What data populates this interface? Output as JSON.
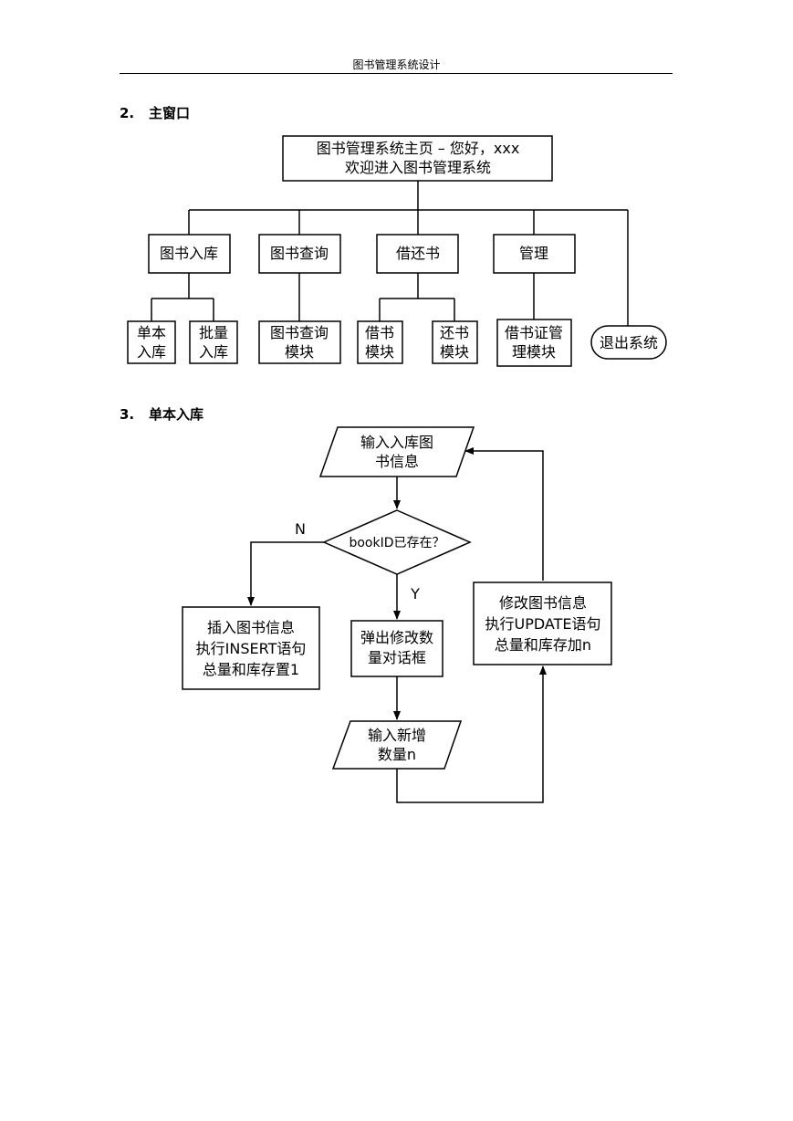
{
  "header": {
    "title": "图书管理系统设计"
  },
  "sections": [
    {
      "number": "2.",
      "title": "主窗口"
    },
    {
      "number": "3.",
      "title": "单本入库"
    }
  ],
  "main_window": {
    "root": {
      "line1": "图书管理系统主页 – 您好，xxx",
      "line2": "欢迎进入图书管理系统"
    },
    "modules": [
      "图书入库",
      "图书查询",
      "借还书",
      "管理"
    ],
    "leaves": {
      "single_stock": [
        "单本",
        "入库"
      ],
      "batch_stock": [
        "批量",
        "入库"
      ],
      "query": [
        "图书查询",
        "模块"
      ],
      "borrow": [
        "借书",
        "模块"
      ],
      "return": [
        "还书",
        "模块"
      ],
      "card": [
        "借书证管",
        "理模块"
      ]
    },
    "exit": "退出系统"
  },
  "flow": {
    "input_info": [
      "输入入库图",
      "书信息"
    ],
    "decision": "bookID已存在？",
    "label_no": "N",
    "label_yes": "Y",
    "insert": [
      "插入图书信息",
      "执行INSERT语句",
      "总量和库存置1"
    ],
    "popup": [
      "弹出修改数",
      "量对话框"
    ],
    "input_n": [
      "输入新增",
      "数量n"
    ],
    "update": [
      "修改图书信息",
      "执行UPDATE语句",
      "总量和库存加n"
    ]
  }
}
